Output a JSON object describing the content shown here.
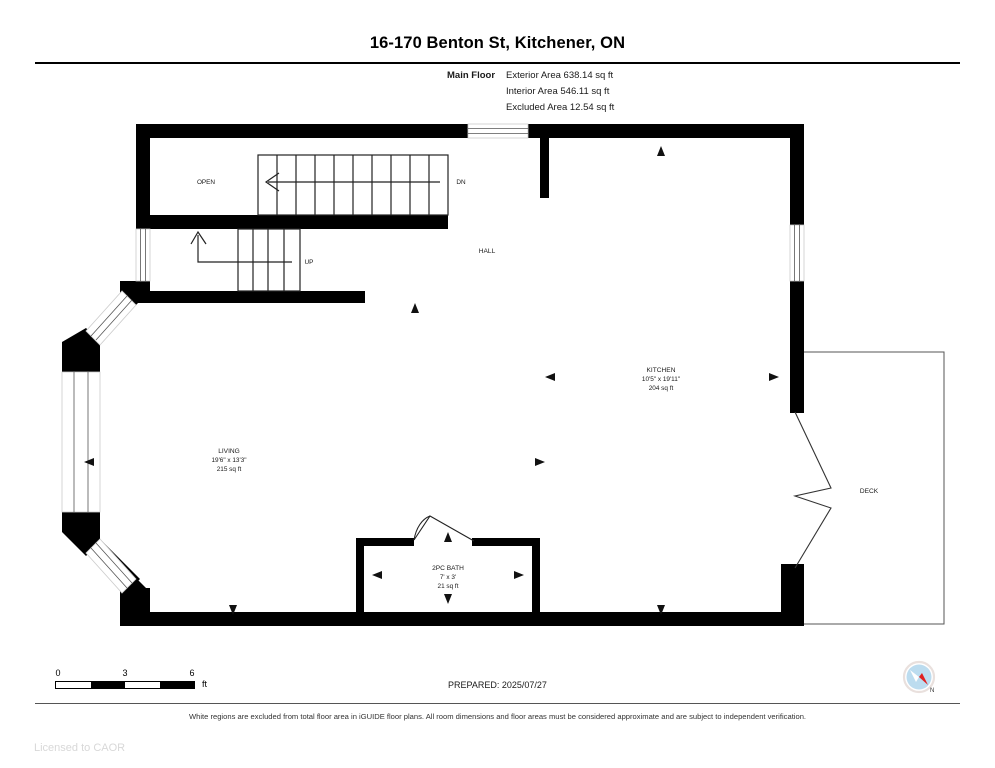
{
  "header": {
    "title": "16-170 Benton St, Kitchener, ON"
  },
  "areas": {
    "floor_label": "Main Floor",
    "exterior": "Exterior Area 638.14 sq ft",
    "interior": "Interior Area 546.11 sq ft",
    "excluded": "Excluded Area 12.54 sq ft"
  },
  "plan": {
    "rooms": [
      {
        "name": "KITCHEN",
        "dimensions": "10'5\" x 19'11\"",
        "area": "204 sq ft"
      },
      {
        "name": "LIVING",
        "dimensions": "19'6\" x 13'3\"",
        "area": "215 sq ft"
      },
      {
        "name": "2PC BATH",
        "dimensions": "7' x 3'",
        "area": "21 sq ft"
      }
    ],
    "labels": {
      "hall": "HALL",
      "deck": "DECK",
      "open": "OPEN",
      "stairs_down": "DN",
      "stairs_up": "UP"
    }
  },
  "footer": {
    "scale": {
      "ticks": [
        "0",
        "3",
        "6"
      ],
      "unit": "ft"
    },
    "prepared": "PREPARED: 2025/07/27",
    "disclaimer": "White regions are excluded from total floor area in iGUIDE floor plans. All room dimensions and floor areas must be considered approximate and are subject to independent verification.",
    "licensed": "Licensed to CAOR",
    "compass_north": "N"
  },
  "colors": {
    "wall": "#000000",
    "compass_dial": "#bcdcef",
    "compass_needle": "#e02020"
  }
}
